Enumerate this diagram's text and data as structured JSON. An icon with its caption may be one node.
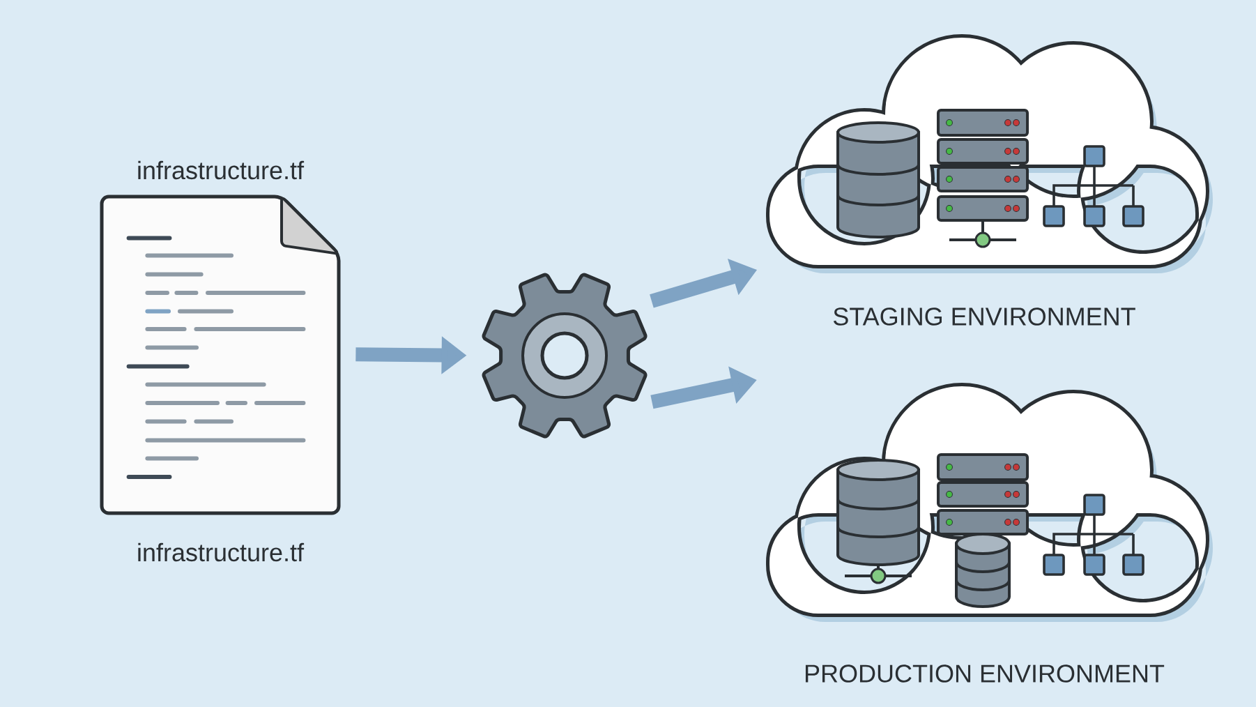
{
  "diagram": {
    "nodes": [
      {
        "text": [
          "infrastructure.tf"
        ],
        "beside": [
          "infrastructure.tf"
        ]
      },
      {
        "text": [],
        "shape": "gear"
      },
      {
        "text": [
          "STAGING ENVIRONMENT"
        ]
      },
      {
        "text": [
          "PRODUCTION ENVIRONMENT"
        ]
      }
    ],
    "edges": [
      {
        "from": 0,
        "to": 1,
        "arrow": "to"
      },
      {
        "from": 1,
        "to": 2,
        "arrow": "to"
      },
      {
        "from": 1,
        "to": 3,
        "arrow": "to"
      }
    ]
  }
}
